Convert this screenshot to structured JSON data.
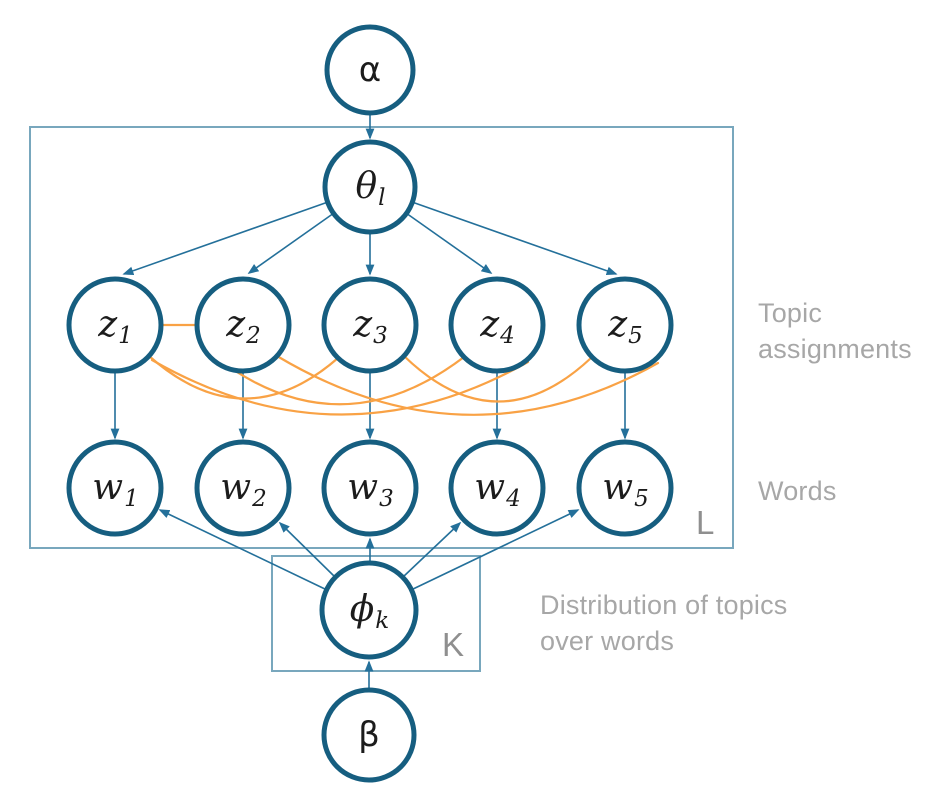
{
  "colors": {
    "node_stroke": "#165e80",
    "edge": "#24709a",
    "orange": "#f9a245",
    "plate_border": "#78a7bd",
    "annotation_gray": "#a7a7a7",
    "plate_label_gray": "#8f8f8f",
    "label_dark": "#1c1c1c",
    "background": "#ffffff"
  },
  "nodes": {
    "alpha": {
      "main": "α",
      "sub": ""
    },
    "theta": {
      "main": "θ",
      "sub": "l"
    },
    "z1": {
      "main": "z",
      "sub": "1"
    },
    "z2": {
      "main": "z",
      "sub": "2"
    },
    "z3": {
      "main": "z",
      "sub": "3"
    },
    "z4": {
      "main": "z",
      "sub": "4"
    },
    "z5": {
      "main": "z",
      "sub": "5"
    },
    "w1": {
      "main": "w",
      "sub": "1"
    },
    "w2": {
      "main": "w",
      "sub": "2"
    },
    "w3": {
      "main": "w",
      "sub": "3"
    },
    "w4": {
      "main": "w",
      "sub": "4"
    },
    "w5": {
      "main": "w",
      "sub": "5"
    },
    "phi": {
      "main": "ϕ",
      "sub": "k"
    },
    "beta": {
      "main": "β",
      "sub": ""
    }
  },
  "plates": {
    "outer": {
      "label": "L"
    },
    "inner": {
      "label": "K"
    }
  },
  "annotations": {
    "topic_assignments": "Topic assignments",
    "words": "Words",
    "distribution": "Distribution of topics over words"
  }
}
